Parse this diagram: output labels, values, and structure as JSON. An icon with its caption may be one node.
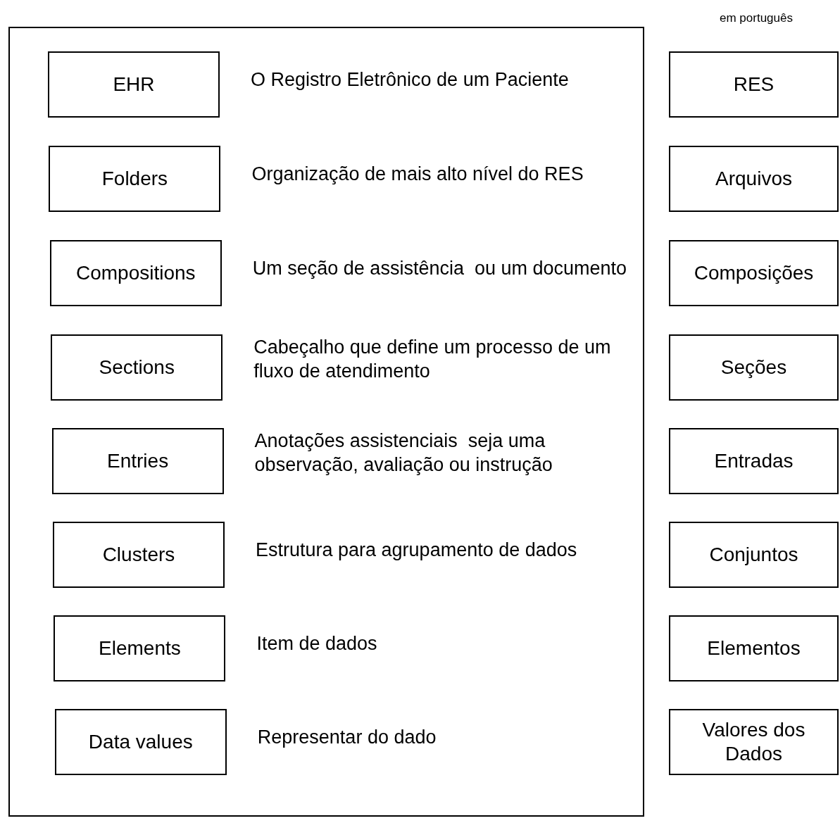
{
  "diagram": {
    "nodes": [
      {
        "text": [],
        "shape": "box"
      },
      {
        "text": [
          "EHR"
        ],
        "in": 0,
        "beside": [
          "O Registro Eletrônico de um Paciente"
        ]
      },
      {
        "text": [
          "RES"
        ]
      },
      {
        "text": [
          "Folders"
        ],
        "in": 0,
        "beside": [
          "Organização de mais alto nível do RES"
        ]
      },
      {
        "text": [
          "Arquivos"
        ]
      },
      {
        "text": [
          "Compositions"
        ],
        "in": 0,
        "beside": [
          "Um seção de assistência  ou um documento"
        ]
      },
      {
        "text": [
          "Composições"
        ]
      },
      {
        "text": [
          "Sections"
        ],
        "in": 0,
        "beside": [
          "Cabeçalho que define um processo de um fluxo de atendimento"
        ]
      },
      {
        "text": [
          "Seções"
        ]
      },
      {
        "text": [
          "Entries"
        ],
        "in": 0,
        "beside": [
          "Anotações assistenciais  seja uma observação, avaliação ou instrução"
        ]
      },
      {
        "text": [
          "Entradas"
        ]
      },
      {
        "text": [
          "Clusters"
        ],
        "in": 0,
        "beside": [
          "Estrutura para agrupamento de dados"
        ]
      },
      {
        "text": [
          "Conjuntos"
        ]
      },
      {
        "text": [
          "Elements"
        ],
        "in": 0,
        "beside": [
          "Item de dados"
        ]
      },
      {
        "text": [
          "Elementos"
        ]
      },
      {
        "text": [
          "Data values"
        ],
        "in": 0,
        "beside": [
          "Representar do dado"
        ]
      },
      {
        "text": [
          "Valores dos Dados"
        ]
      }
    ],
    "edges": [],
    "labels": [
      "em português"
    ]
  }
}
